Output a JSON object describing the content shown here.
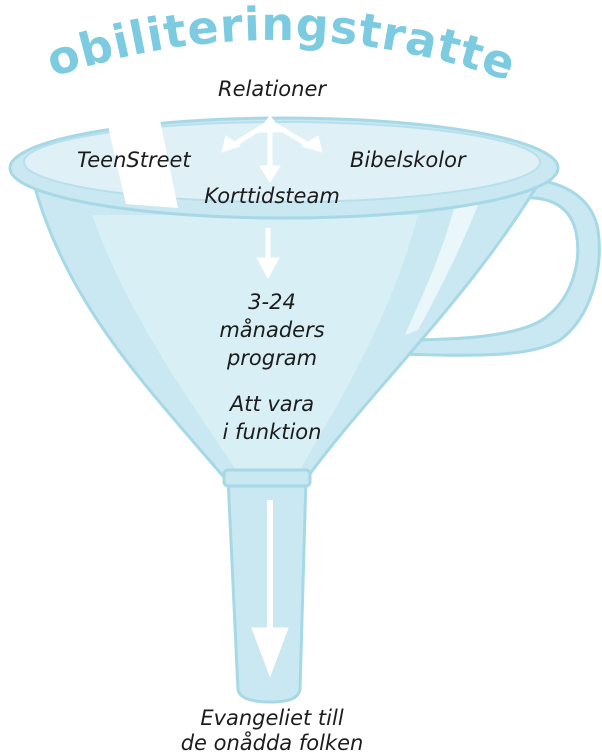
{
  "title": "Mobiliteringstratten",
  "labels": {
    "top": "Relationer",
    "left": "TeenStreet",
    "right": "Bibelskolor",
    "center": "Korttidsteam",
    "program_line1": "3-24",
    "program_line2": "månaders",
    "program_line3": "program",
    "function_line1": "Att vara",
    "function_line2": "i funktion",
    "bottom_line1": "Evangeliet till",
    "bottom_line2": "de onådda folken"
  },
  "colors": {
    "title": "#7ccbe0",
    "funnel_fill": "#c9e8f1",
    "funnel_light": "#e3f3f8",
    "funnel_stroke": "#a7d8e6",
    "arrow": "#ffffff",
    "text": "#1c1c1c"
  }
}
